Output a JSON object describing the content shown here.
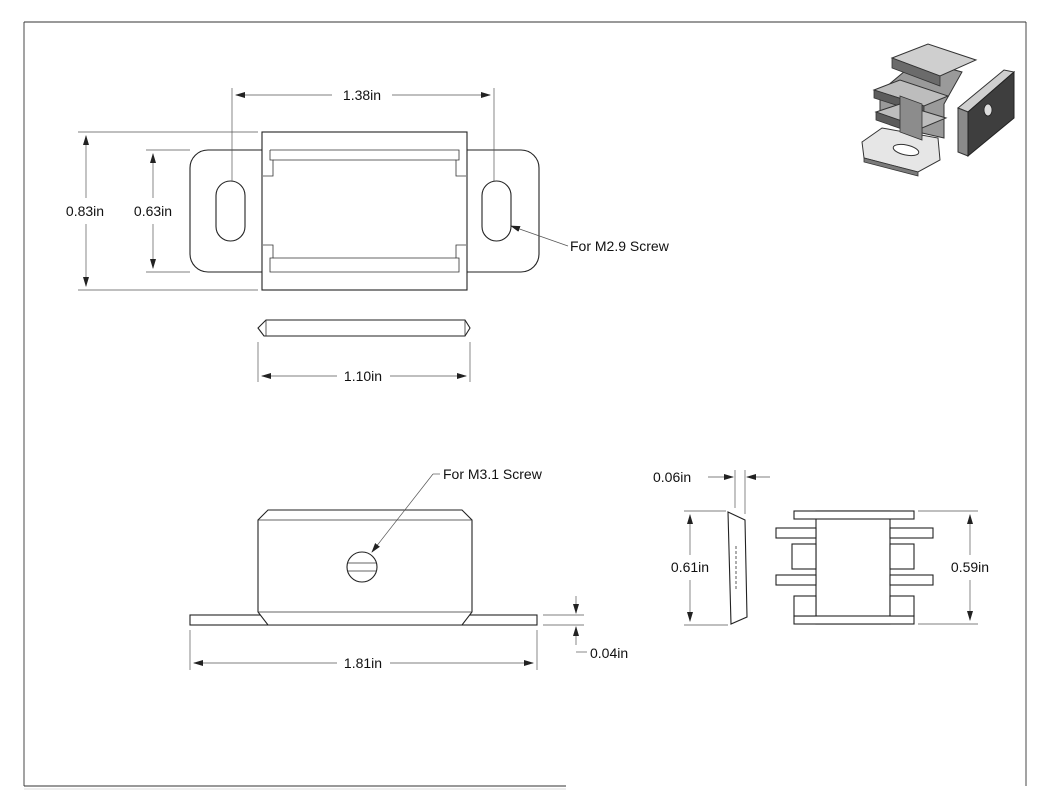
{
  "drawing": {
    "top_view": {
      "dim_width": "1.38in",
      "dim_overall_height": "0.83in",
      "dim_inner_height": "0.63in",
      "hole_note": "For M2.9 Screw"
    },
    "magnet_plate": {
      "dim_width": "1.10in"
    },
    "front_view": {
      "hole_note": "For M3.1 Screw",
      "dim_overall_width": "1.81in",
      "dim_tab_thickness": "0.04in"
    },
    "side_view": {
      "dim_plate_thickness": "0.06in",
      "dim_plate_height": "0.61in",
      "dim_body_height": "0.59in"
    },
    "iso_view": {
      "icon": "magnetic-catch-isometric-render"
    }
  }
}
